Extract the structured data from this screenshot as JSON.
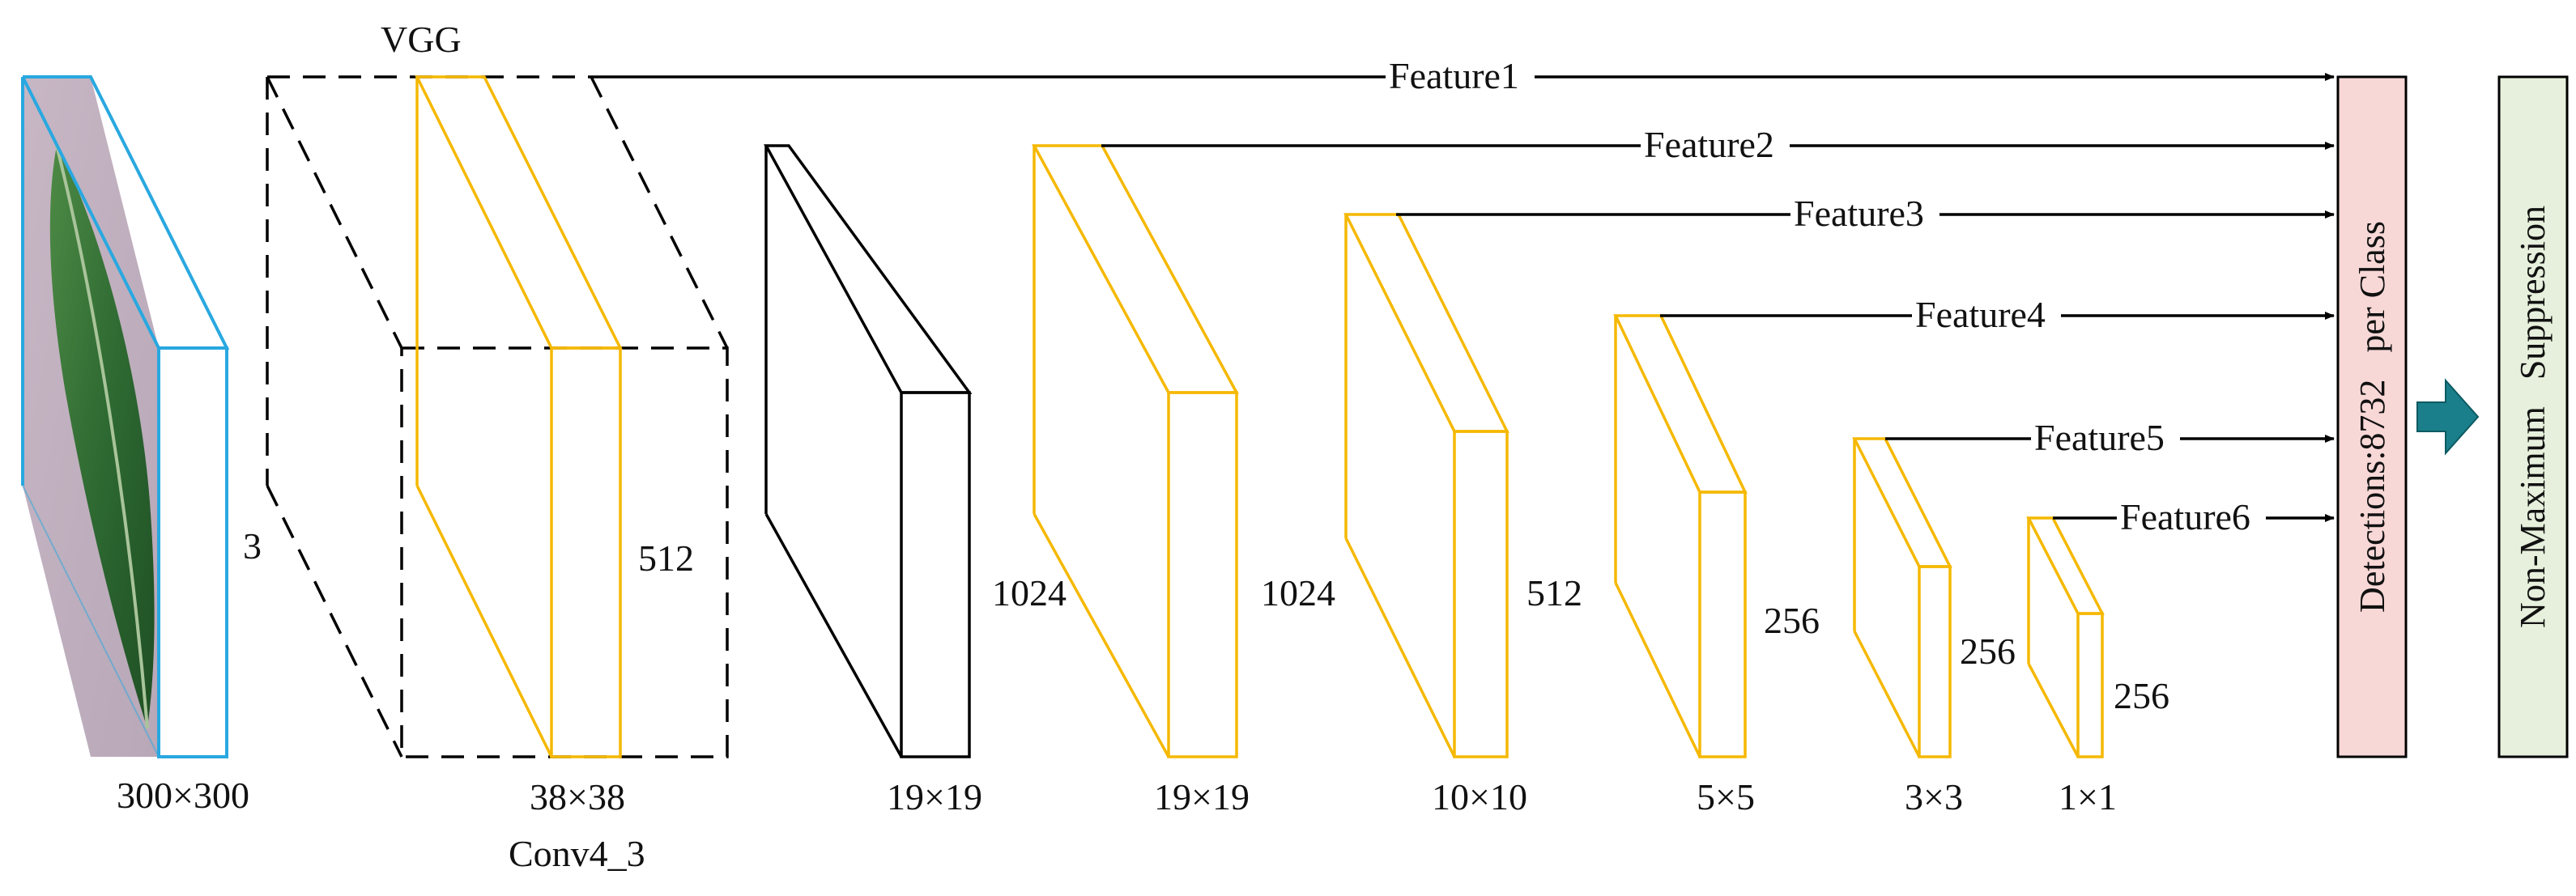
{
  "input": {
    "size_label": "300×300",
    "channels_label": "3",
    "image": "leaf-photo",
    "frame_color": "#29a8e0"
  },
  "vgg": {
    "title": "VGG",
    "size_label": "38×38",
    "layer_label": "Conv4_3",
    "channels_label": "512"
  },
  "layers": [
    {
      "channels_label": "",
      "size_label": "19×19"
    },
    {
      "channels_label": "1024",
      "size_label": "19×19"
    },
    {
      "channels_label": "1024",
      "size_label": "10×10"
    },
    {
      "channels_label": "512",
      "size_label": "5×5"
    },
    {
      "channels_label": "256",
      "size_label": "3×3"
    },
    {
      "channels_label": "256",
      "size_label": "1×1"
    }
  ],
  "last_channels_label": "256",
  "features": [
    "Feature1",
    "Feature2",
    "Feature3",
    "Feature4",
    "Feature5",
    "Feature6"
  ],
  "detections_label": "Detections:8732   per Class",
  "nms_label": "Non-Maximum   Suppression",
  "colors": {
    "feature_block": "#f5b800",
    "plain_block": "#000000",
    "detections_bg": "#f8d7d7",
    "nms_bg": "#e6f0dc",
    "arrow_teal": "#1a7f8a",
    "input_frame": "#29a8e0"
  }
}
